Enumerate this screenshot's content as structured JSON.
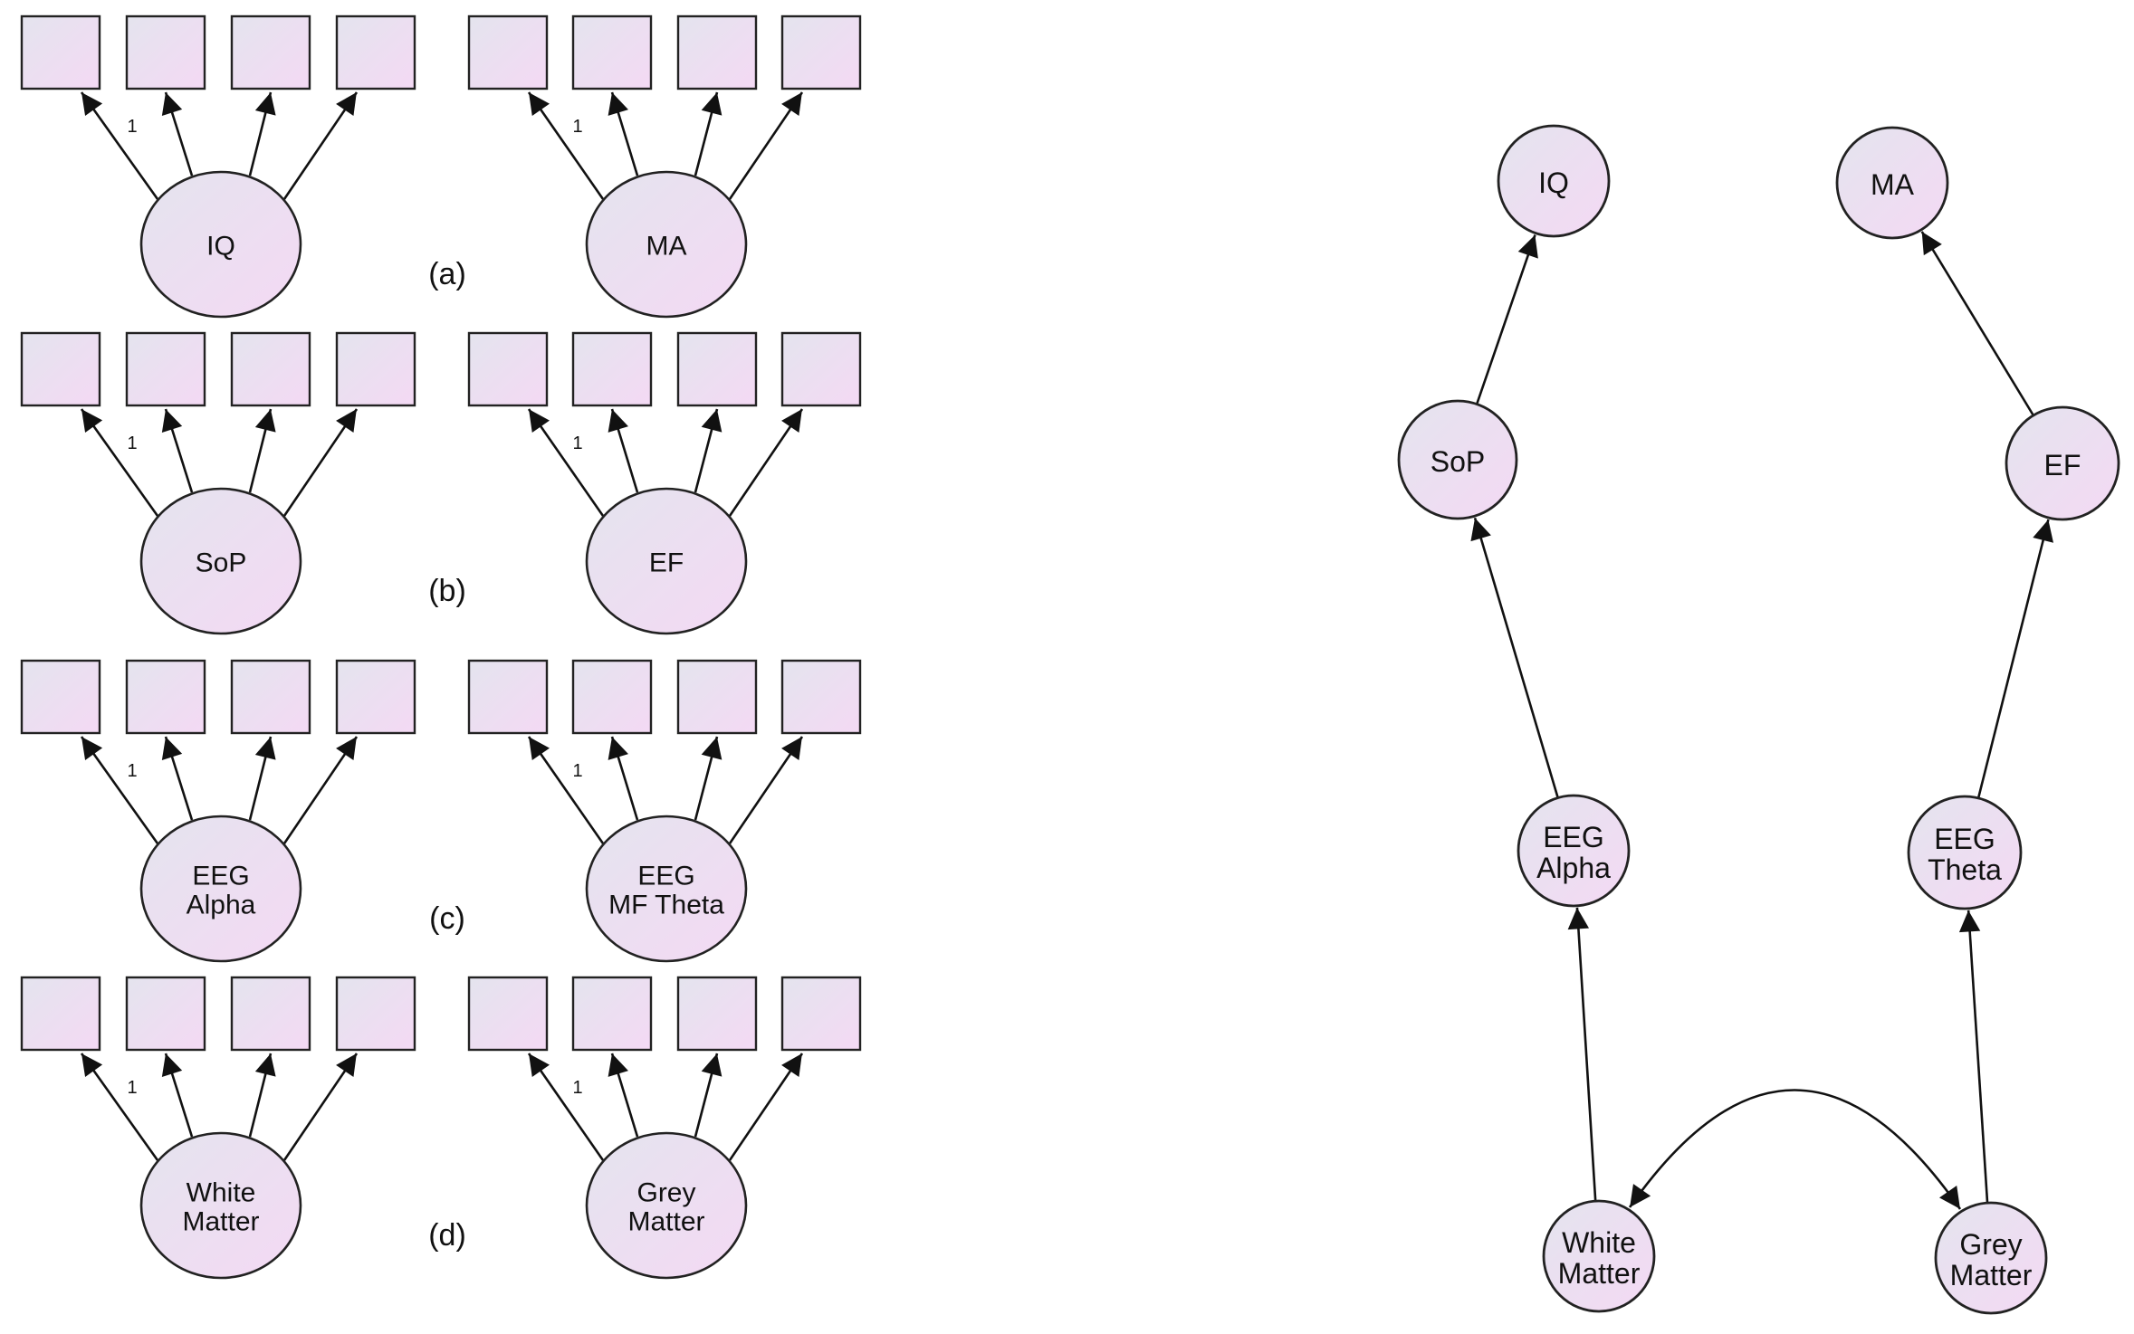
{
  "colors": {
    "fill_start": "#e4e4ee",
    "fill_end": "#f4d9f4",
    "stroke": "#222222",
    "arrow": "#111111"
  },
  "measurement_models": [
    {
      "panel": "(a)",
      "left": {
        "label_lines": [
          "IQ"
        ],
        "loading_label": "1",
        "indicators": 4
      },
      "right": {
        "label_lines": [
          "MA"
        ],
        "loading_label": "1",
        "indicators": 4
      }
    },
    {
      "panel": "(b)",
      "left": {
        "label_lines": [
          "SoP"
        ],
        "loading_label": "1",
        "indicators": 4
      },
      "right": {
        "label_lines": [
          "EF"
        ],
        "loading_label": "1",
        "indicators": 4
      }
    },
    {
      "panel": "(c)",
      "left": {
        "label_lines": [
          "EEG",
          "Alpha"
        ],
        "loading_label": "1",
        "indicators": 4
      },
      "right": {
        "label_lines": [
          "EEG",
          "MF Theta"
        ],
        "loading_label": "1",
        "indicators": 4
      }
    },
    {
      "panel": "(d)",
      "left": {
        "label_lines": [
          "White",
          "Matter"
        ],
        "loading_label": "1",
        "indicators": 4
      },
      "right": {
        "label_lines": [
          "Grey",
          "Matter"
        ],
        "loading_label": "1",
        "indicators": 4
      }
    }
  ],
  "structural_model": {
    "nodes": [
      {
        "id": "iq",
        "label_lines": [
          "IQ"
        ]
      },
      {
        "id": "ma",
        "label_lines": [
          "MA"
        ]
      },
      {
        "id": "sop",
        "label_lines": [
          "SoP"
        ]
      },
      {
        "id": "ef",
        "label_lines": [
          "EF"
        ]
      },
      {
        "id": "eeg-alpha",
        "label_lines": [
          "EEG",
          "Alpha"
        ]
      },
      {
        "id": "eeg-theta",
        "label_lines": [
          "EEG",
          "Theta"
        ]
      },
      {
        "id": "white-matter",
        "label_lines": [
          "White",
          "Matter"
        ]
      },
      {
        "id": "grey-matter",
        "label_lines": [
          "Grey",
          "Matter"
        ]
      }
    ],
    "edges": [
      {
        "from": "sop",
        "to": "iq",
        "type": "directed"
      },
      {
        "from": "ef",
        "to": "ma",
        "type": "directed"
      },
      {
        "from": "eeg-alpha",
        "to": "sop",
        "type": "directed"
      },
      {
        "from": "eeg-theta",
        "to": "ef",
        "type": "directed"
      },
      {
        "from": "white-matter",
        "to": "eeg-alpha",
        "type": "directed"
      },
      {
        "from": "grey-matter",
        "to": "eeg-theta",
        "type": "directed"
      },
      {
        "from": "white-matter",
        "to": "grey-matter",
        "type": "covariance"
      }
    ]
  }
}
